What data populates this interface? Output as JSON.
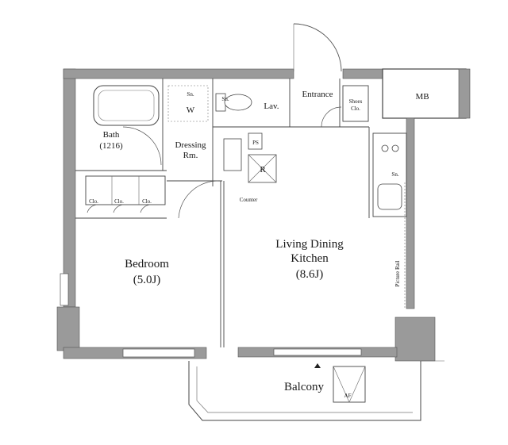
{
  "rooms": {
    "mb": "MB",
    "lav": "Lav.",
    "entrance": "Entrance",
    "shoes_1": "Shoes",
    "shoes_2": "Clo.",
    "bath_1": "Bath",
    "bath_2": "(1216)",
    "dressing_1": "Dressing",
    "dressing_2": "Rm.",
    "washer": "W",
    "sn_1": "Sn.",
    "sn_2": "Sn.",
    "sn_3": "Sn.",
    "ps": "PS",
    "refrigerator": "R",
    "counter": "Counter",
    "clo_1": "Clo.",
    "clo_2": "Clo.",
    "clo_3": "Clo.",
    "bedroom_1": "Bedroom",
    "bedroom_2": "(5.0J)",
    "ldk_1": "Living Dining",
    "ldk_2": "Kitchen",
    "ldk_3": "(8.6J)",
    "picture_rail": "Picture Rail",
    "balcony": "Balcony",
    "af": "AF"
  }
}
